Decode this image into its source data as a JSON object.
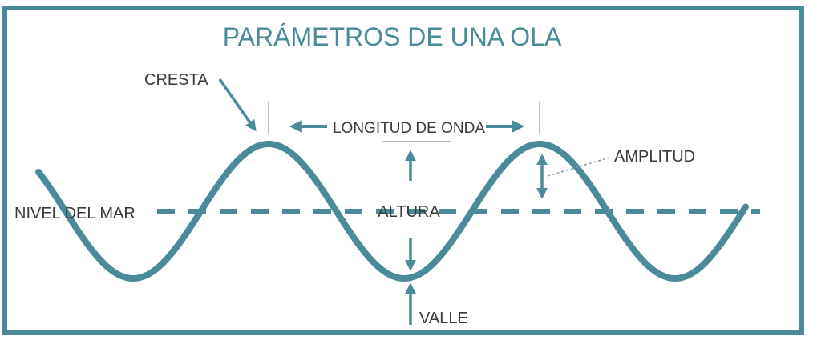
{
  "title": "PARÁMETROS DE UNA OLA",
  "labels": {
    "crest": "CRESTA",
    "wavelength": "LONGITUD DE ONDA",
    "amplitude": "AMPLITUD",
    "sea_level": "NIVEL DEL MAR",
    "height": "ALTURA",
    "trough": "VALLE"
  },
  "colors": {
    "frame": "#4a8a99",
    "wave": "#4a8a99",
    "title": "#4a8a99",
    "arrow": "#4a8a99",
    "text": "#3a3a3a",
    "guide": "#9aa7ab"
  }
}
